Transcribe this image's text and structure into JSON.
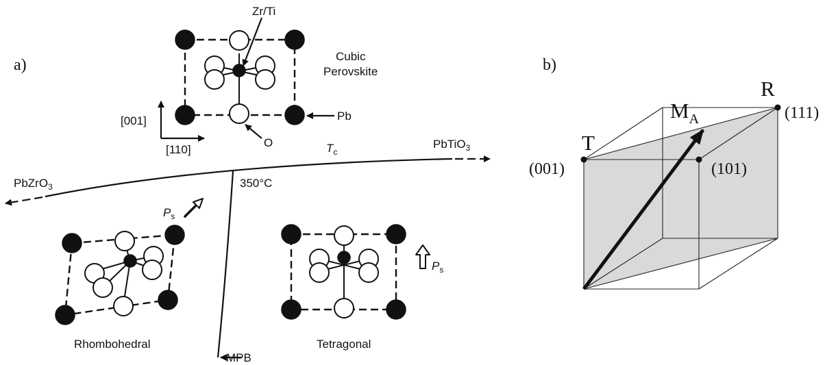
{
  "panel_a": {
    "label": "a)",
    "zrti_label": "Zr/Ti",
    "cubic_label_1": "Cubic",
    "cubic_label_2": "Perovskite",
    "axis_001": "[001]",
    "axis_110": "[110]",
    "pb_label": "Pb",
    "o_label": "O",
    "tc_label": "T",
    "tc_sub": "c",
    "pbtio3_label": "PbTiO",
    "pbtio3_sub": "3",
    "pbzro3_label": "PbZrO",
    "pbzro3_sub": "3",
    "temp_label": "350°C",
    "ps_label": "P",
    "ps_sub": "s",
    "rhombo_label": "Rhombohedral",
    "tetra_label": "Tetragonal",
    "mpb_label": "MPB"
  },
  "panel_b": {
    "label": "b)",
    "ma_label": "M",
    "ma_sub": "A",
    "r_label": "R",
    "t_label": "T",
    "p111": "(111)",
    "p001": "(001)",
    "p101": "(101)"
  },
  "colors": {
    "ink": "#111111",
    "plane_fill": "#d9d9d9"
  }
}
